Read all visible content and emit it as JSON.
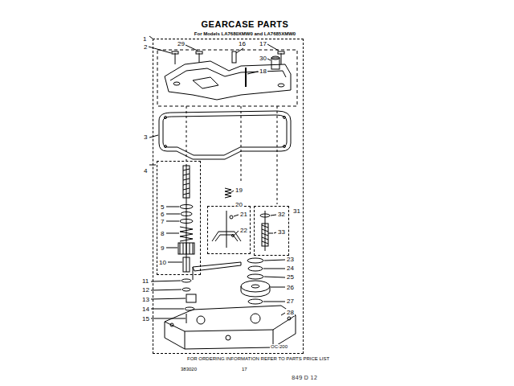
{
  "diagram": {
    "title": "GEARCASE PARTS",
    "nodes": [
      {
        "text": [
          "1"
        ]
      },
      {
        "text": [
          "4"
        ],
        "in": 0
      },
      {
        "text": [
          "31"
        ],
        "in": 0
      },
      {
        "text": [
          "20"
        ],
        "in": 0
      }
    ],
    "labels": [
      "For Models LA7680XMW0 and LA7685XMW0",
      "29",
      "2",
      "16",
      "17",
      "30",
      "18",
      "3",
      "5",
      "6",
      "7",
      "8",
      "9",
      "10",
      "19",
      "21",
      "22",
      "32",
      "33",
      "23",
      "24",
      "25",
      "26",
      "27",
      "28",
      "11",
      "12",
      "13",
      "14",
      "15",
      "OC-200",
      "FOR ORDERING INFORMATION REFER TO PARTS PRICE LIST",
      "383020",
      "17",
      "849 D 12"
    ]
  }
}
